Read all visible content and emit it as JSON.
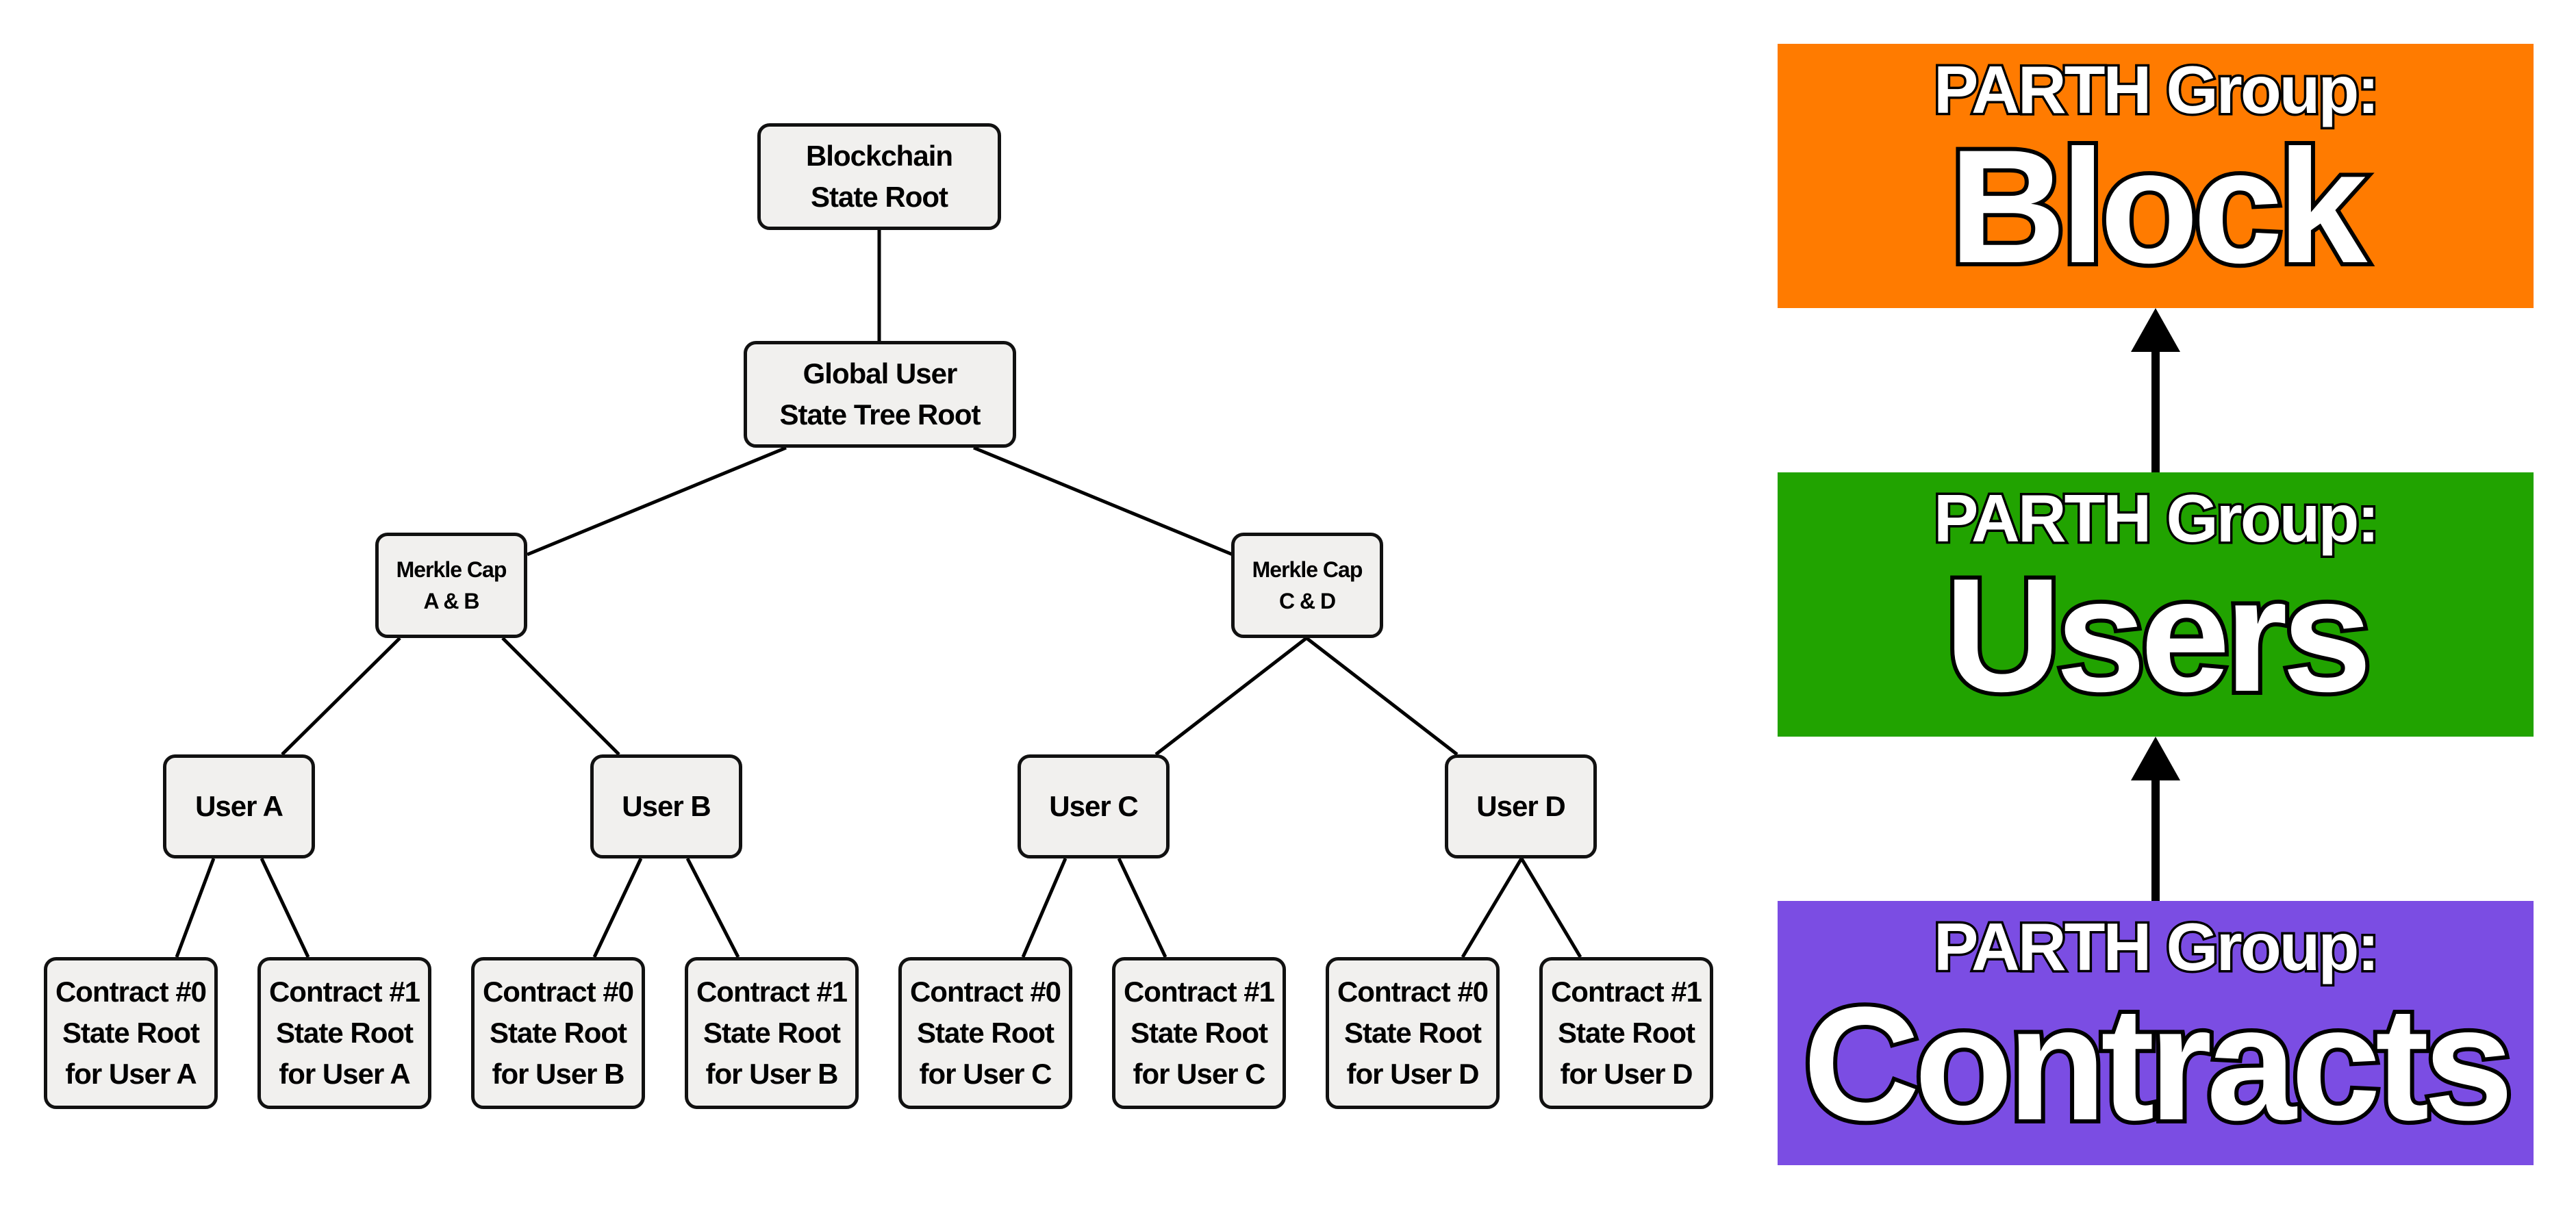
{
  "tree": {
    "root": [
      "Blockchain",
      "State Root"
    ],
    "global": [
      "Global User",
      "State Tree Root"
    ],
    "caps": [
      [
        "Merkle Cap",
        "A & B"
      ],
      [
        "Merkle Cap",
        "C & D"
      ]
    ],
    "users": [
      "User A",
      "User B",
      "User C",
      "User D"
    ],
    "contracts": [
      [
        "Contract #0",
        "State Root",
        "for User A"
      ],
      [
        "Contract #1",
        "State Root",
        "for User A"
      ],
      [
        "Contract #0",
        "State Root",
        "for User B"
      ],
      [
        "Contract #1",
        "State Root",
        "for User B"
      ],
      [
        "Contract #0",
        "State Root",
        "for User C"
      ],
      [
        "Contract #1",
        "State Root",
        "for User C"
      ],
      [
        "Contract #0",
        "State Root",
        "for User D"
      ],
      [
        "Contract #1",
        "State Root",
        "for User D"
      ]
    ]
  },
  "groups": [
    {
      "label": "PARTH Group:",
      "name": "Block",
      "color": "#ff7b00"
    },
    {
      "label": "PARTH Group:",
      "name": "Users",
      "color": "#21a300"
    },
    {
      "label": "PARTH Group:",
      "name": "Contracts",
      "color": "#7b4de3"
    }
  ]
}
